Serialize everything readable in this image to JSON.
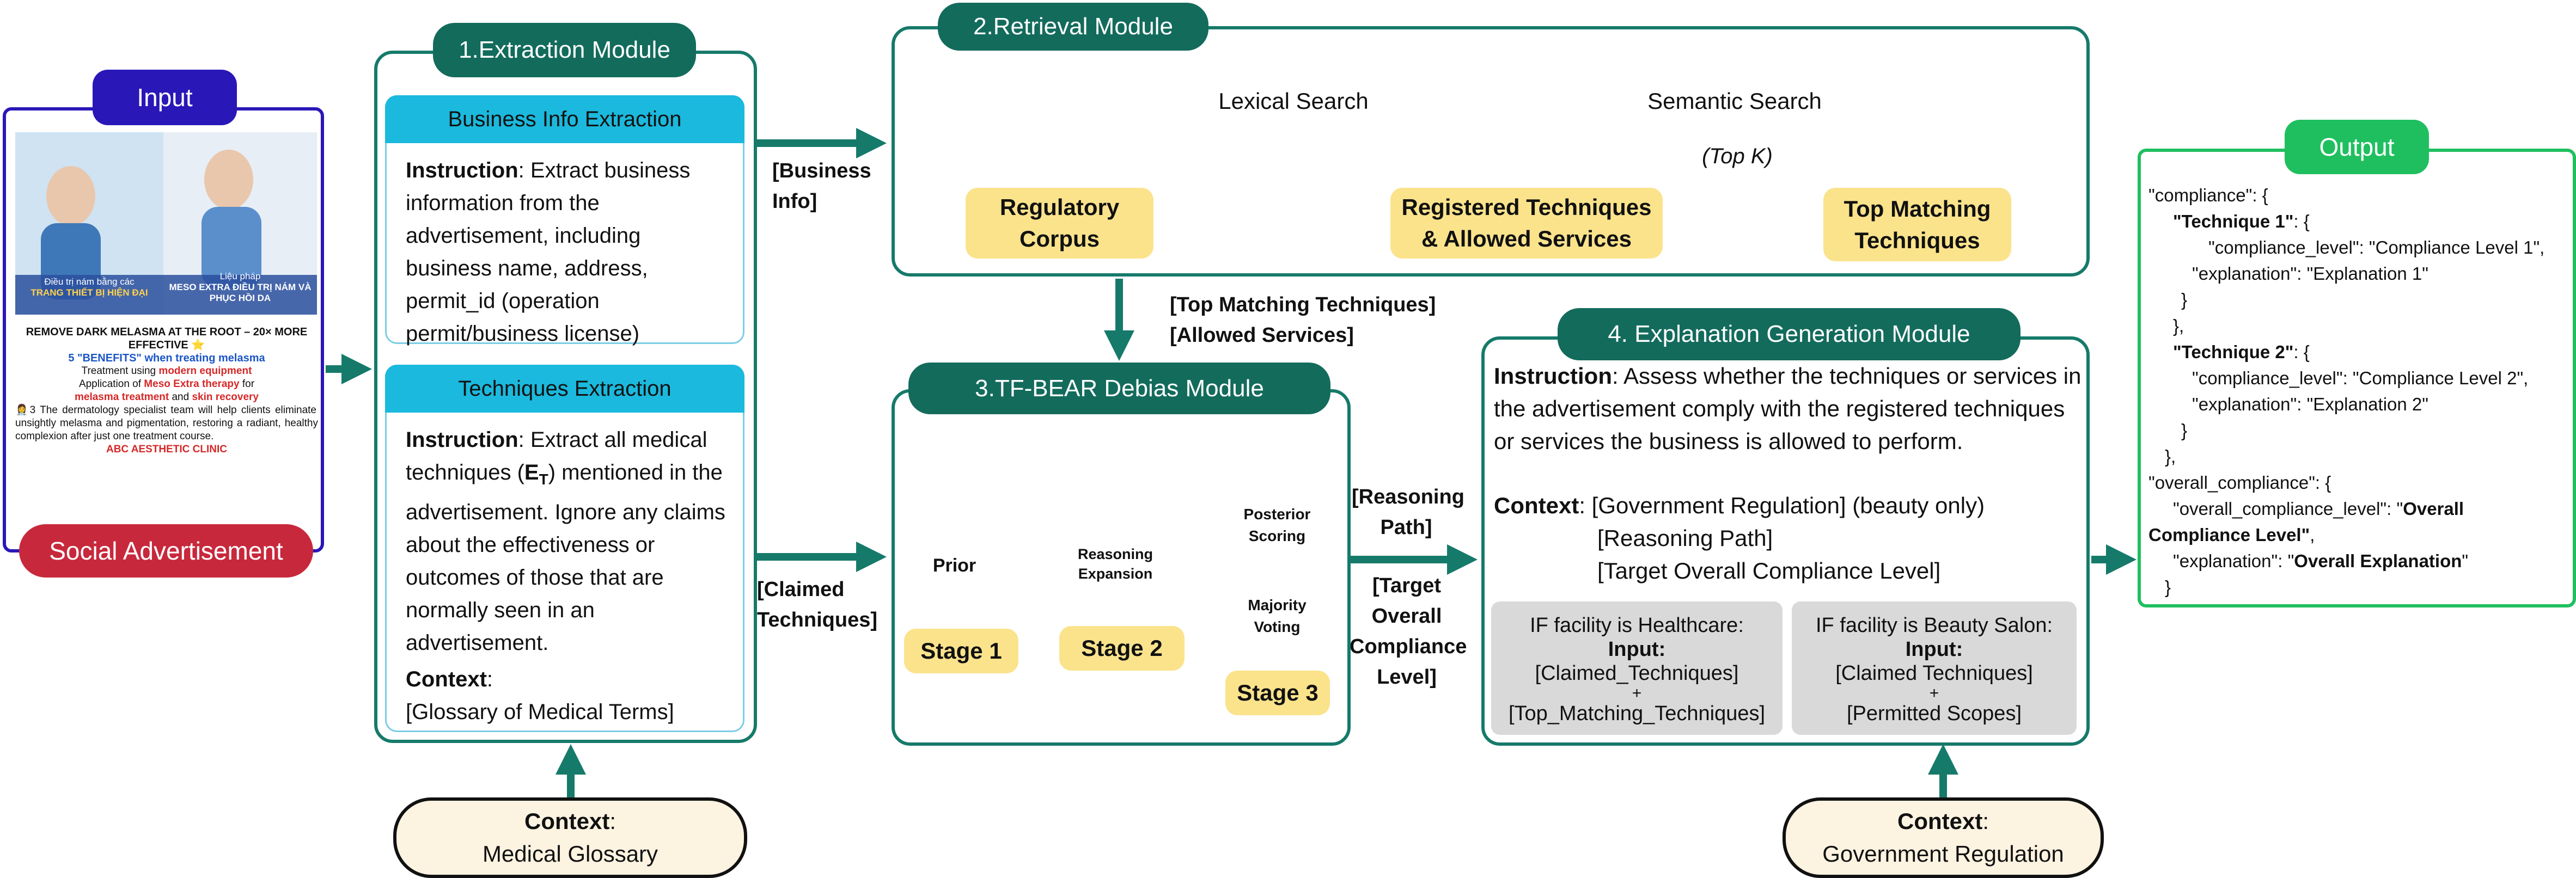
{
  "input": {
    "title": "Input",
    "ad_caption_1": "Điều trị nám bằng các",
    "ad_caption_1b": "TRANG THIẾT BỊ HIỆN ĐẠI",
    "ad_caption_2": "Liệu pháp",
    "ad_caption_2b": "MESO EXTRA ĐIỀU TRỊ NÁM VÀ PHỤC HỒI DA",
    "ad_headline": "REMOVE DARK MELASMA AT THE ROOT – 20× MORE EFFECTIVE ⭐",
    "ad_benefits": "5 \"BENEFITS\" when treating melasma",
    "ad_treatment_prefix": "Treatment using ",
    "ad_treatment_highlight": "modern equipment",
    "ad_meso_prefix": "Application of ",
    "ad_meso_highlight": "Meso Extra therapy",
    "ad_meso_suffix": " for",
    "ad_melasma_treatment": "melasma treatment",
    "ad_and": " and ",
    "ad_skin_recovery": "skin recovery",
    "ad_body": "👩‍⚕️3 The dermatology specialist team will help clients eliminate unsightly melasma and pigmentation, restoring a radiant, healthy complexion after just one treatment course.",
    "ad_clinic": "ABC AESTHETIC CLINIC",
    "footer": "Social Advertisement"
  },
  "extraction": {
    "title": "1.Extraction Module",
    "business": {
      "header": "Business Info Extraction",
      "instruction_label": "Instruction",
      "instruction_text": ": Extract business information from the advertisement, including business name, address, permit_id (operation permit/business license)"
    },
    "techniques": {
      "header": "Techniques Extraction",
      "instruction_label": "Instruction",
      "instruction_text_1": ": Extract all medical techniques (",
      "symbol": "E",
      "symbol_sub": "T",
      "instruction_text_2": ") mentioned in the advertisement. Ignore any claims about the effectiveness or outcomes of those that are normally seen in an advertisement.",
      "context_label": "Context",
      "context_colon": ":",
      "context_text": "[Glossary of Medical Terms]"
    },
    "context_pill": {
      "label": "Context",
      "colon": ":",
      "text": "Medical Glossary"
    }
  },
  "arrows": {
    "business_info": "[Business Info]",
    "claimed_techniques": "[Claimed Techniques]",
    "top_matching": "[Top Matching Techniques]",
    "allowed_services": "[Allowed Services]",
    "reasoning_path": "[Reasoning Path]",
    "target_compliance": "[Target Overall Compliance Level]"
  },
  "retrieval": {
    "title": "2.Retrieval Module",
    "corpus": "Regulatory Corpus",
    "lexical": "Lexical Search",
    "registered": "Registered Techniques & Allowed Services",
    "semantic": "Semantic Search",
    "topk": "(Top K)",
    "k_badge": "K",
    "top_matching": "Top Matching Techniques"
  },
  "debias": {
    "title": "3.TF-BEAR Debias Module",
    "prior": "Prior",
    "reasoning_expansion": "Reasoning Expansion",
    "posterior_scoring": "Posterior Scoring",
    "majority_voting": "Majority Voting",
    "stage1": "Stage 1",
    "stage2": "Stage 2",
    "stage3": "Stage 3"
  },
  "explanation": {
    "title": "4. Explanation Generation Module",
    "instruction_label": "Instruction",
    "instruction_text": ": Assess whether the techniques or services in the advertisement comply with the registered techniques or services the business is allowed to perform.",
    "context_label": "Context",
    "context_line1": ": [Government Regulation] (beauty only)",
    "context_line2": "[Reasoning Path]",
    "context_line3": "[Target Overall Compliance Level]",
    "health": {
      "condition": "IF facility is Healthcare:",
      "input_label": "Input:",
      "line1": "[Claimed_Techniques]",
      "plus": "+",
      "line2": "[Top_Matching_Techniques]"
    },
    "beauty": {
      "condition": "IF facility is Beauty Salon:",
      "input_label": "Input:",
      "line1": "[Claimed Techniques]",
      "plus": "+",
      "line2": "[Permitted Scopes]"
    },
    "context_pill": {
      "label": "Context",
      "colon": ":",
      "text": "Government Regulation"
    }
  },
  "output": {
    "title": "Output",
    "l1": "\"compliance\": {",
    "l2_key": "\"Technique 1\"",
    "l2_rest": ": {",
    "l3": "\"compliance_level\": \"Compliance Level 1\",",
    "l4": "\"explanation\": \"Explanation 1\"",
    "l5": "}",
    "l6": "},",
    "l7_key": "\"Technique 2\"",
    "l7_rest": ": {",
    "l8": "\"compliance_level\": \"Compliance Level 2\",",
    "l9": "\"explanation\": \"Explanation 2\"",
    "l10": "}",
    "l11": "},",
    "l12": "\"overall_compliance\": {",
    "l13_pre": "\"overall_compliance_level\": \"",
    "l13_bold": "Overall",
    "l14_bold": "Compliance Level\"",
    "l14_rest": ",",
    "l15_pre": "\"explanation\": \"",
    "l15_bold": "Overall Explanation",
    "l15_post": "\"",
    "l16": "}"
  },
  "colors": {
    "teal": "#136b5c",
    "teal_border": "#167a6a",
    "cyan": "#1bb9dd",
    "yellow": "#fbe38c",
    "cube": "#f0c24b",
    "input_title": "#2a17b8",
    "ad_footer": "#c8283c",
    "output_title": "#1fbf5f"
  }
}
